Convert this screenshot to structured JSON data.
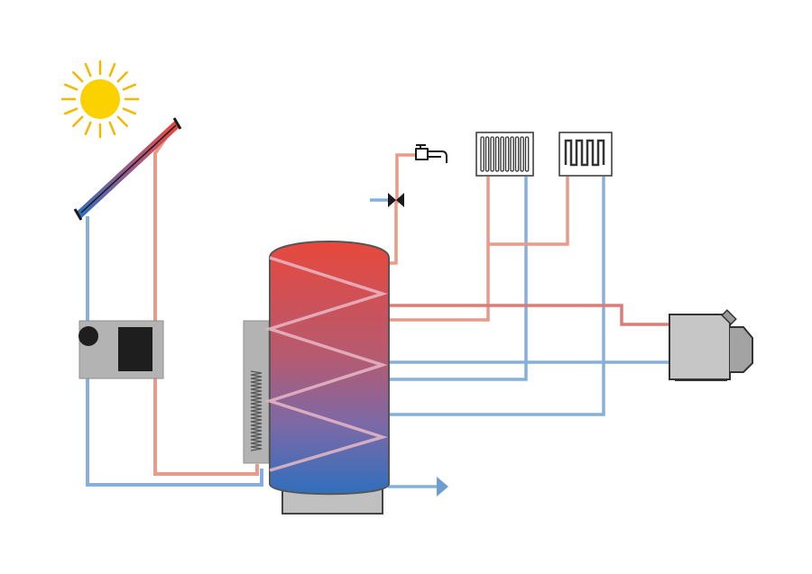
{
  "diagram": {
    "components": [
      {
        "name": "sun",
        "icon": "sun-icon"
      },
      {
        "name": "solar-collector",
        "icon": "solar-panel-icon"
      },
      {
        "name": "solar-pump-station",
        "icon": "pump-station-icon"
      },
      {
        "name": "storage-tank",
        "icon": "water-tank-icon"
      },
      {
        "name": "electric-heating-element",
        "icon": "heating-coil-icon"
      },
      {
        "name": "hot-water-tap",
        "icon": "faucet-icon"
      },
      {
        "name": "mixing-valve",
        "icon": "valve-icon"
      },
      {
        "name": "radiator",
        "icon": "radiator-icon"
      },
      {
        "name": "floor-heating",
        "icon": "floor-heating-icon"
      },
      {
        "name": "boiler",
        "icon": "boiler-icon"
      },
      {
        "name": "cold-water-inlet",
        "icon": "inlet-arrow-icon"
      }
    ],
    "colors": {
      "hot_pipe": "#ea9a88",
      "hot_pipe_boiler": "#e07a75",
      "cold_pipe": "#86b0dc",
      "tank_top": "#e8483c",
      "tank_bottom": "#2f6fbd",
      "sun": "#fbd100",
      "sun_rays": "#f5b800",
      "device_gray": "#b3b3b3",
      "dark": "#222222"
    }
  }
}
